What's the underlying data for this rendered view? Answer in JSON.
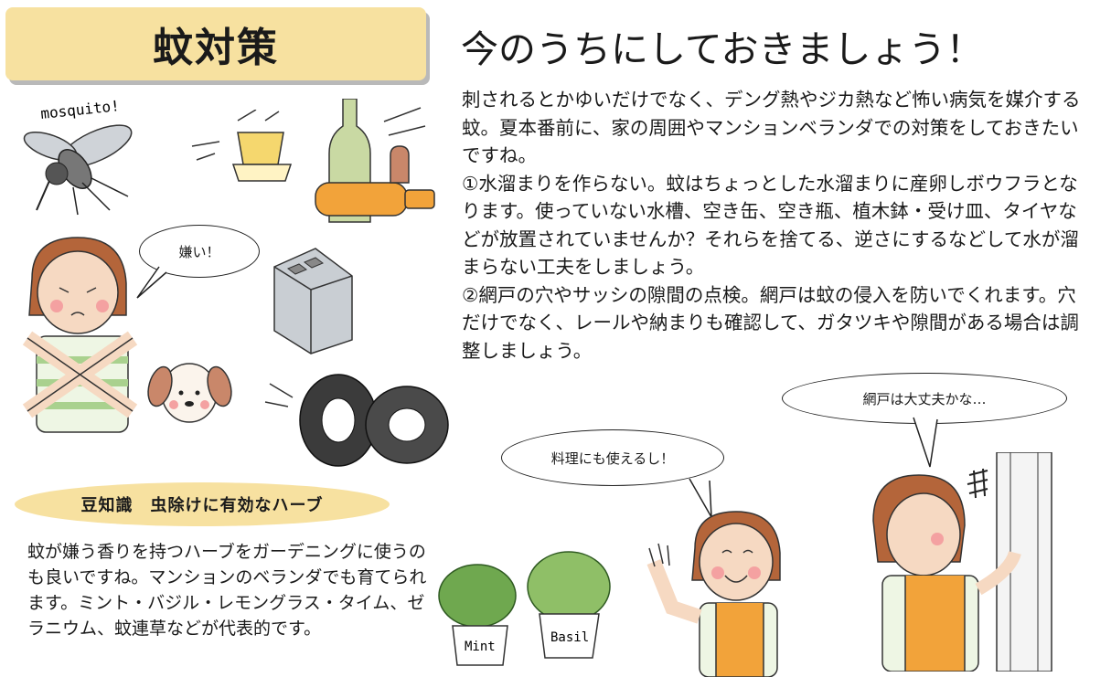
{
  "title": "蚊対策",
  "headline": "今のうちにしておきましょう！",
  "body": {
    "intro": "刺されるとかゆいだけでなく、デング熱やジカ熱など怖い病気を媒介する蚊。夏本番前に、家の周囲やマンションベランダでの対策をしておきたいですね。",
    "point1": "①水溜まりを作らない。蚊はちょっとした水溜まりに産卵しボウフラとなります。使っていない水槽、空き缶、空き瓶、植木鉢・受け皿、タイヤなどが放置されていませんか？それらを捨てる、逆さにするなどして水が溜まらない工夫をしましょう。",
    "point2": "②網戸の穴やサッシの隙間の点検。網戸は蚊の侵入を防いでくれます。穴だけでなく、レールや納まりも確認して、ガタツキや隙間がある場合は調整しましょう。"
  },
  "illustration_labels": {
    "mosquito": "mosquito!",
    "mint": "Mint",
    "basil": "Basil"
  },
  "bubbles": {
    "dislike": "嫌い！",
    "cooking": "料理にも使えるし！",
    "screen": "網戸は大丈夫かな…"
  },
  "tip": {
    "heading": "豆知識　虫除けに有効なハーブ",
    "text": "蚊が嫌う香りを持つハーブをガーデニングに使うのも良いですね。マンションのベランダでも育てられます。ミント・バジル・レモングラス・タイム、ゼラニウム、蚊連草などが代表的です。"
  },
  "colors": {
    "badge": "#f7e1a0",
    "shadow": "#b9b9b9",
    "skin": "#f6d9c2",
    "hair": "#b4653a",
    "stripe": "#a9d18e",
    "apron": "#f2a33a"
  }
}
